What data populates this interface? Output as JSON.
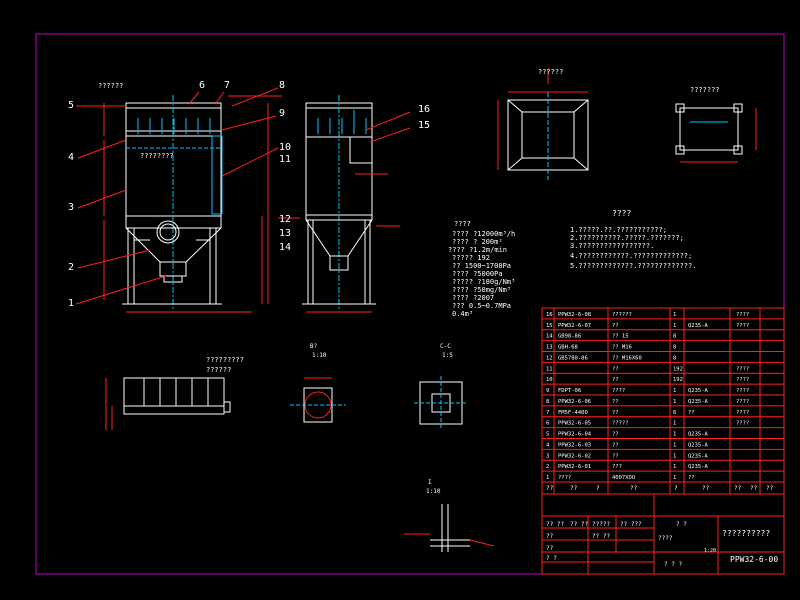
{
  "colors": {
    "background": "#000000",
    "frame": "#c000c0",
    "line": "#ffffff",
    "leader": "#ff2020",
    "center": "#00c8ff",
    "dim": "#ff2020",
    "text": "#ffffff",
    "table": "#ff2020"
  },
  "front_view": {
    "header": "??????",
    "callouts": [
      "5",
      "6",
      "7",
      "8",
      "9",
      "4",
      "3",
      "2",
      "1",
      "10",
      "11",
      "12",
      "13",
      "14"
    ],
    "label_inner": "????????"
  },
  "side_view": {
    "callouts": [
      "16",
      "15"
    ]
  },
  "top_right": {
    "section_header": "??????",
    "anchor_header": "???????"
  },
  "notes": {
    "title": "????",
    "lines": [
      "1.?????.??.???????????;",
      "2.??????????.?????.???????;",
      "3.?????????????????.",
      "4.????????????.?????????????;",
      "5.?????????????.?????????????."
    ]
  },
  "params": {
    "lines": [
      "????",
      "????        ?12000m³/h",
      "????        ? 200m²",
      "????       ?1.2m/min",
      "?????     192",
      "??           1500~1700Pa",
      "????       ?5000Pa",
      "?????     ?180g/Nm³",
      "????       ?50mg/Nm³",
      "????       ?2007",
      "???          0.5~0.7MPa",
      "              0.4m³"
    ]
  },
  "detail_views": {
    "left_title": "?????????",
    "left_sub": "??????",
    "b_label": "B?",
    "b_scale": "1:10",
    "c_label": "C-C",
    "c_scale": "1:5",
    "i_label": "I",
    "i_scale": "1:10"
  },
  "bom": {
    "rows": [
      [
        "16",
        "PPW32-6-08",
        "??????",
        "1",
        "",
        "????"
      ],
      [
        "15",
        "PPW32-6-07",
        "??",
        "1",
        "Q235-A",
        "????"
      ],
      [
        "14",
        "GB98-86",
        "??  15",
        "8",
        "",
        ""
      ],
      [
        "13",
        "GBH-68",
        "??  M16",
        "8",
        "",
        ""
      ],
      [
        "12",
        "GB5780-86",
        "?? M16X60",
        "8",
        "",
        ""
      ],
      [
        "11",
        "",
        "??",
        "192",
        "",
        "????"
      ],
      [
        "10",
        "",
        "??",
        "192",
        "",
        "????"
      ],
      [
        "9",
        "FDPT-06",
        "????",
        "1",
        "Q235-A",
        "????"
      ],
      [
        "8",
        "PPW32-6-06",
        "??",
        "1",
        "Q235-A",
        "????"
      ],
      [
        "7",
        "FM5F-4400",
        "??",
        "6",
        "??",
        "????"
      ],
      [
        "6",
        "PPW32-6-05",
        "?????",
        "1",
        "",
        "????"
      ],
      [
        "5",
        "PPW32-6-04",
        "??",
        "1",
        "Q235-A",
        ""
      ],
      [
        "4",
        "PPW32-6-03",
        "??",
        "1",
        "Q235-A",
        ""
      ],
      [
        "3",
        "PPW32-6-02",
        "??",
        "1",
        "Q235-A",
        ""
      ],
      [
        "2",
        "PPW32-6-01",
        "???",
        "1",
        "Q235-A",
        ""
      ],
      [
        "1",
        "????",
        "4007XOO",
        "1",
        "??",
        ""
      ]
    ],
    "header": [
      "??",
      "??",
      "?",
      "??",
      "?",
      "??",
      "??",
      "??",
      "??"
    ],
    "title_block_name": "??????????",
    "title_block_code": "PPW32-6-00",
    "scale": "1:20",
    "labels": [
      "?? ??",
      "?? ??",
      "?????",
      "?? ???",
      "??",
      "?? ??",
      "????",
      "? ?",
      "??",
      "? ?",
      "? ? ?"
    ]
  }
}
